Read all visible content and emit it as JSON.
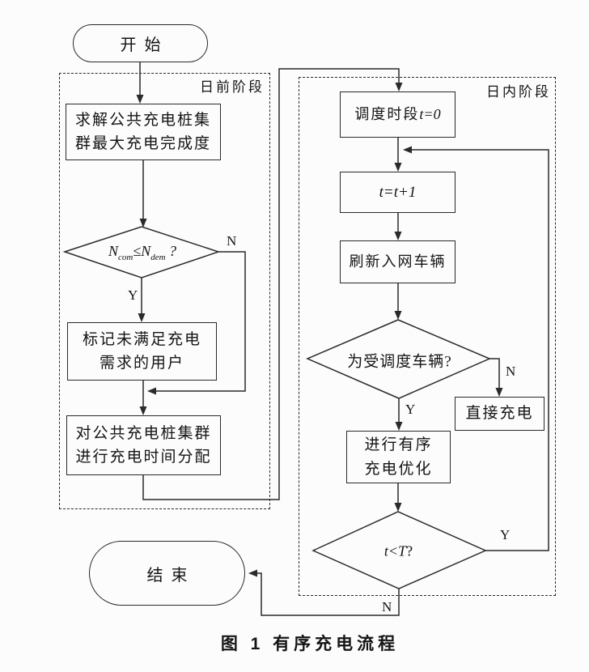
{
  "figure": {
    "caption": "图 1  有序充电流程"
  },
  "stages": {
    "day_ahead_label": "日前阶段",
    "intra_day_label": "日内阶段"
  },
  "nodes": {
    "start": "开始",
    "end": "结束",
    "solve_completion": {
      "line1": "求解公共充电桩集",
      "line2": "群最大充电完成度"
    },
    "capacity_check": {
      "lhs": "N",
      "lhs_sub": "com",
      "op": "≤",
      "rhs": "N",
      "rhs_sub": "dem",
      "q": " ?"
    },
    "mark_users": {
      "line1": "标记未满足充电",
      "line2": "需求的用户"
    },
    "allocate_time": {
      "line1": "对公共充电桩集群",
      "line2": "进行充电时间分配"
    },
    "init_period": {
      "prefix": "调度时段",
      "expr": "t",
      "suffix": "=0"
    },
    "increment": {
      "expr": "t=t+1"
    },
    "refresh_vehicles": "刷新入网车辆",
    "dispatch_check": "为受调度车辆?",
    "direct_charge": "直接充电",
    "ordered_opt": {
      "line1": "进行有序",
      "line2": "充电优化"
    },
    "loop_check": {
      "expr": "t<T",
      "q": "?"
    }
  },
  "branch_labels": {
    "capacity_no": "N",
    "capacity_yes": "Y",
    "dispatch_no": "N",
    "dispatch_yes": "Y",
    "loop_yes": "Y",
    "loop_no": "N"
  },
  "colors": {
    "line": "#2a2a2a",
    "background": "#fcfcfc"
  }
}
